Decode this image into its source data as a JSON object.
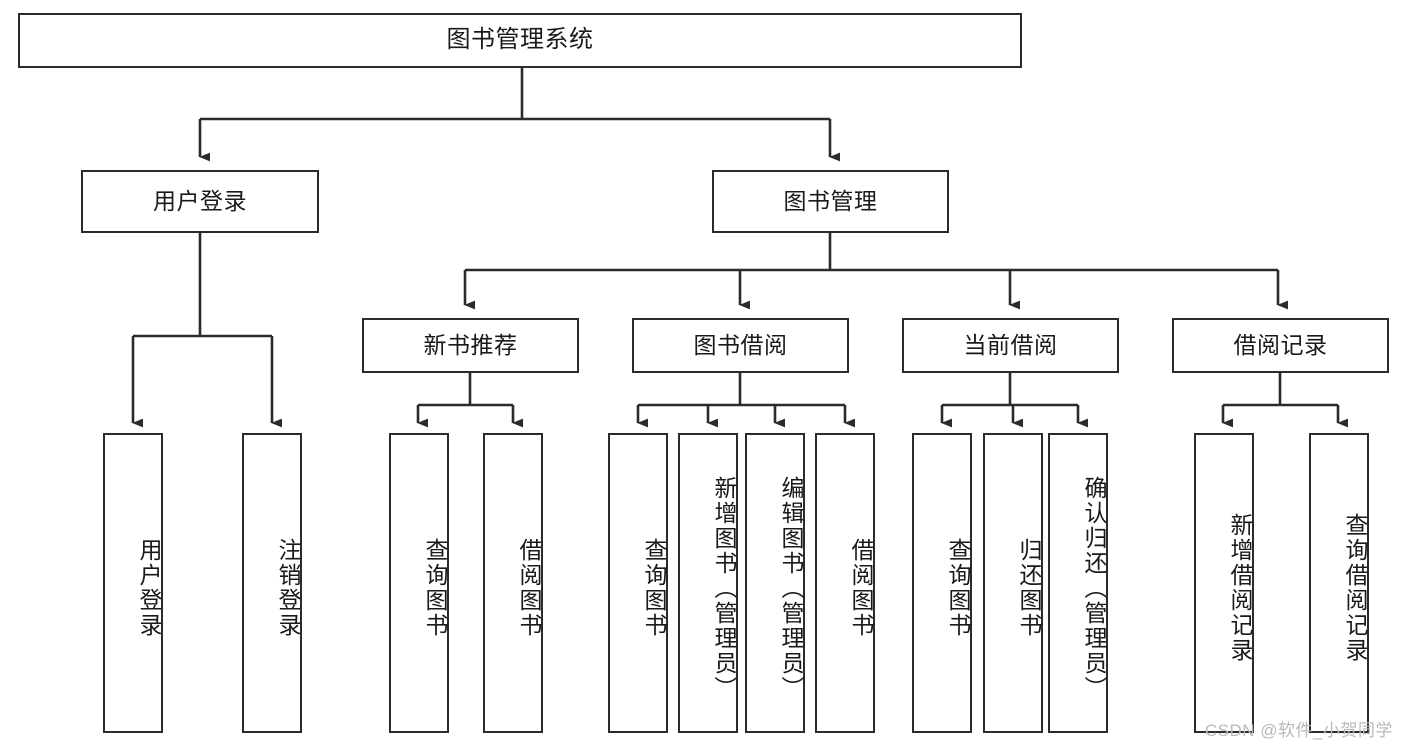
{
  "diagram": {
    "type": "tree-hierarchy",
    "title": "图书管理系统",
    "orientation": "top-down",
    "colors": {
      "stroke": "#2b2b2b",
      "fill": "#ffffff",
      "text": "#1a1a1a",
      "watermark": "#b9b9b9"
    },
    "root": {
      "label": "图书管理系统"
    },
    "level2": {
      "user_login": {
        "label": "用户登录"
      },
      "book_manage": {
        "label": "图书管理"
      }
    },
    "level3": {
      "new_book_recommend": {
        "label": "新书推荐"
      },
      "book_borrow": {
        "label": "图书借阅"
      },
      "current_borrow": {
        "label": "当前借阅"
      },
      "borrow_record": {
        "label": "借阅记录"
      }
    },
    "leaves": {
      "user_login": [
        {
          "label": "用户登录"
        },
        {
          "label": "注销登录"
        }
      ],
      "new_book_recommend": [
        {
          "label": "查询图书"
        },
        {
          "label": "借阅图书"
        }
      ],
      "book_borrow": [
        {
          "label": "查询图书"
        },
        {
          "label": "新增图书（管理员）"
        },
        {
          "label": "编辑图书（管理员）"
        },
        {
          "label": "借阅图书"
        }
      ],
      "current_borrow": [
        {
          "label": "查询图书"
        },
        {
          "label": "归还图书"
        },
        {
          "label": "确认归还（管理员）"
        }
      ],
      "borrow_record": [
        {
          "label": "新增借阅记录"
        },
        {
          "label": "查询借阅记录"
        }
      ]
    }
  },
  "watermark": {
    "text": "CSDN @软件_小贺同学"
  }
}
